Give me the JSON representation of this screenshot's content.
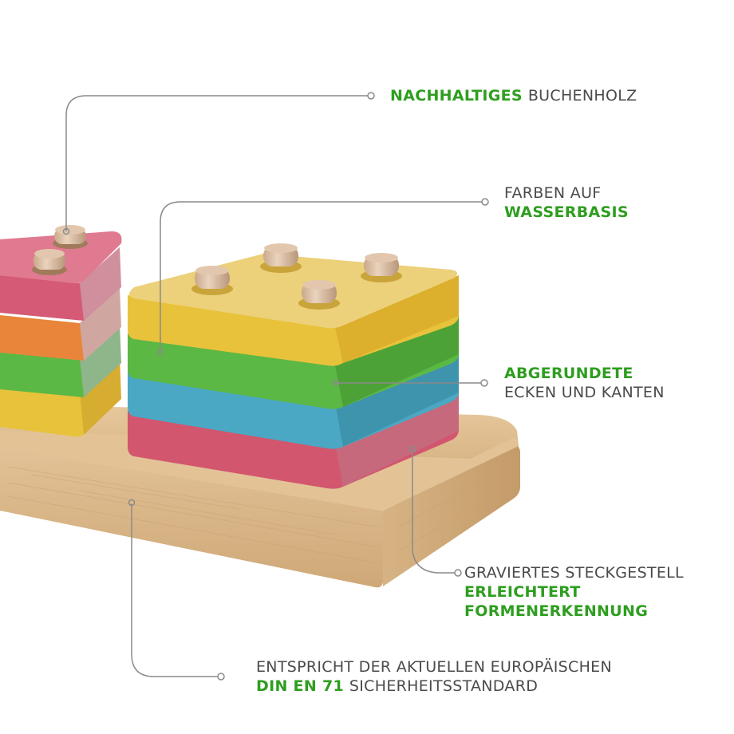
{
  "colors": {
    "accent_green": "#2e9e1f",
    "text_gray": "#4a4a4a",
    "callout_line": "#8a8a8a",
    "background": "#ffffff",
    "wood": "#dcb98c",
    "piece_yellow": "#e8c23a",
    "piece_green": "#5cb844",
    "piece_blue": "#4aa8c4",
    "piece_pink": "#d2566e",
    "piece_orange": "#e8853a",
    "peg": "#d6b89c"
  },
  "callouts": [
    {
      "id": "nachhaltiges-buchenholz",
      "lines": [
        [
          {
            "text": "NACHHALTIGES",
            "color": "green"
          },
          {
            "text": " BUCHENHOLZ",
            "color": "gray"
          }
        ]
      ]
    },
    {
      "id": "farben-auf-wasserbasis",
      "lines": [
        [
          {
            "text": "FARBEN AUF",
            "color": "gray"
          }
        ],
        [
          {
            "text": "WASSERBASIS",
            "color": "green"
          }
        ]
      ]
    },
    {
      "id": "abgerundete-ecken",
      "lines": [
        [
          {
            "text": "ABGERUNDETE",
            "color": "green"
          }
        ],
        [
          {
            "text": "ECKEN UND KANTEN",
            "color": "gray"
          }
        ]
      ]
    },
    {
      "id": "graviertes-steckgestell",
      "lines": [
        [
          {
            "text": "GRAVIERTES STECKGESTELL",
            "color": "gray"
          }
        ],
        [
          {
            "text": "ERLEICHTERT",
            "color": "green"
          }
        ],
        [
          {
            "text": "FORMENERKENNUNG",
            "color": "green"
          }
        ]
      ]
    },
    {
      "id": "din-en-71",
      "lines": [
        [
          {
            "text": "ENTSPRICHT DER AKTUELLEN EUROPÄISCHEN",
            "color": "gray"
          }
        ],
        [
          {
            "text": "DIN EN 71",
            "color": "green"
          },
          {
            "text": " SICHERHEITSSTANDARD",
            "color": "gray"
          }
        ]
      ]
    }
  ],
  "text": {
    "c1_l1_a": "NACHHALTIGES",
    "c1_l1_b": "BUCHENHOLZ",
    "c2_l1": "FARBEN AUF",
    "c2_l2": "WASSERBASIS",
    "c3_l1": "ABGERUNDETE",
    "c3_l2": "ECKEN UND KANTEN",
    "c4_l1": "GRAVIERTES STECKGESTELL",
    "c4_l2": "ERLEICHTERT",
    "c4_l3": "FORMENERKENNUNG",
    "c5_l1": "ENTSPRICHT DER AKTUELLEN EUROPÄISCHEN",
    "c5_l2_a": "DIN EN 71",
    "c5_l2_b": "SICHERHEITSSTANDARD"
  },
  "product": {
    "description": "Wooden shape sorter stacking toy",
    "triangle_stack_colors": [
      "pink",
      "orange",
      "green",
      "yellow"
    ],
    "square_stack_colors": [
      "yellow",
      "green",
      "blue",
      "pink"
    ],
    "square_peg_count": 4,
    "triangle_peg_count": 2
  }
}
